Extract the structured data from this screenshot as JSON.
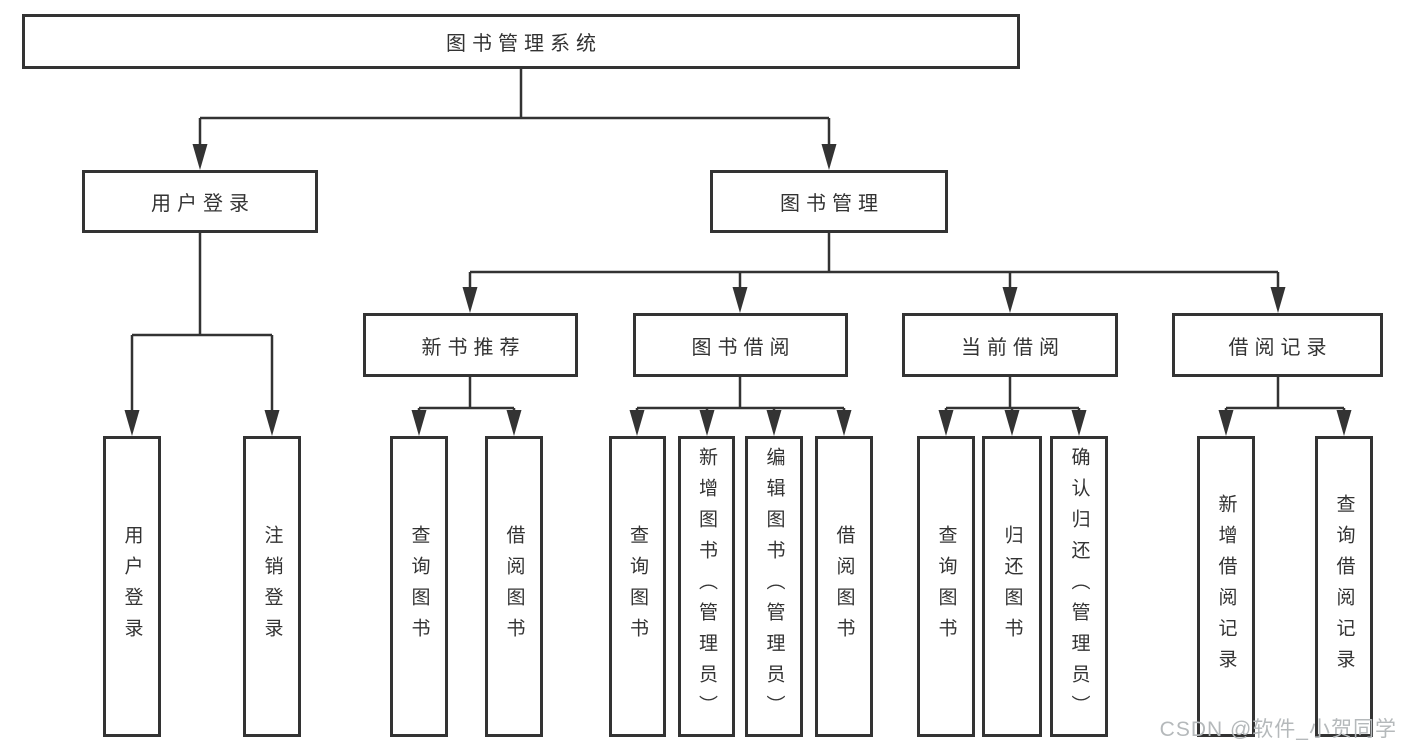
{
  "diagram_title": "图书管理系统",
  "colors": {
    "line": "#333333",
    "box_border": "#333333",
    "text": "#333333",
    "watermark": "#b5b9bb",
    "background": "#ffffff"
  },
  "tree": {
    "label": "图书管理系统",
    "children": [
      {
        "label": "用户登录",
        "children": [
          {
            "label": "用户登录"
          },
          {
            "label": "注销登录"
          }
        ]
      },
      {
        "label": "图书管理",
        "children": [
          {
            "label": "新书推荐",
            "children": [
              {
                "label": "查询图书"
              },
              {
                "label": "借阅图书"
              }
            ]
          },
          {
            "label": "图书借阅",
            "children": [
              {
                "label": "查询图书"
              },
              {
                "label": "新增图书（管理员）"
              },
              {
                "label": "编辑图书（管理员）"
              },
              {
                "label": "借阅图书"
              }
            ]
          },
          {
            "label": "当前借阅",
            "children": [
              {
                "label": "查询图书"
              },
              {
                "label": "归还图书"
              },
              {
                "label": "确认归还（管理员）"
              }
            ]
          },
          {
            "label": "借阅记录",
            "children": [
              {
                "label": "新增借阅记录"
              },
              {
                "label": "查询借阅记录"
              }
            ]
          }
        ]
      }
    ]
  },
  "watermark": {
    "text": "CSDN @软件_小贺同学"
  }
}
